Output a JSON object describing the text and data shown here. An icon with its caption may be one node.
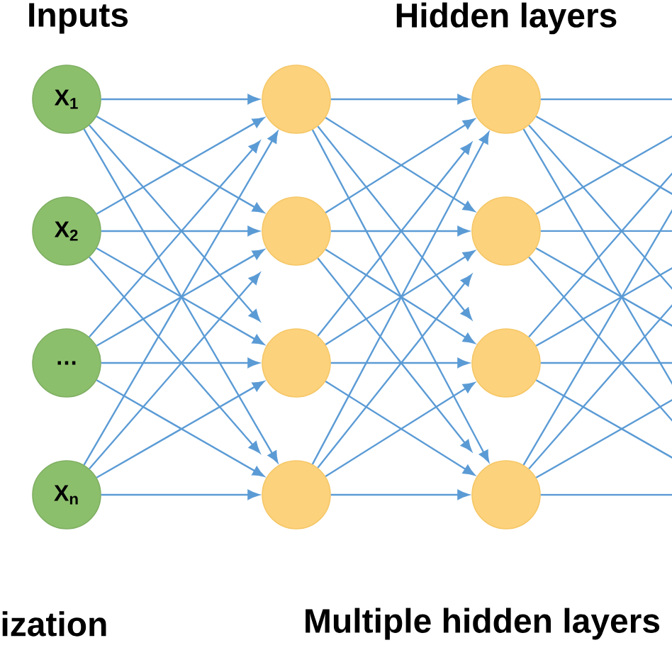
{
  "diagram": {
    "nodes": [
      {
        "text": [
          "X$_{1}$"
        ]
      },
      {
        "text": [
          "X$_{2}$"
        ]
      },
      {
        "text": [
          "…"
        ]
      },
      {
        "text": [
          "X$_{n}$"
        ]
      },
      {
        "text": [],
        "shape": "circle"
      },
      {
        "text": [],
        "shape": "circle"
      },
      {
        "text": [],
        "shape": "circle"
      },
      {
        "text": [],
        "shape": "circle"
      },
      {
        "text": [],
        "shape": "circle"
      },
      {
        "text": [],
        "shape": "circle"
      },
      {
        "text": [],
        "shape": "circle"
      },
      {
        "text": [],
        "shape": "circle"
      }
    ],
    "edges": [
      {
        "from": 0,
        "to": 4,
        "arrow": "to"
      },
      {
        "from": 0,
        "to": 5,
        "arrow": "to"
      },
      {
        "from": 0,
        "to": 6,
        "arrow": "to"
      },
      {
        "from": 0,
        "to": 7,
        "arrow": "to"
      },
      {
        "from": 1,
        "to": 4,
        "arrow": "to"
      },
      {
        "from": 1,
        "to": 5,
        "arrow": "to"
      },
      {
        "from": 1,
        "to": 6,
        "arrow": "to"
      },
      {
        "from": 1,
        "to": 7,
        "arrow": "to"
      },
      {
        "from": 2,
        "to": 4,
        "arrow": "to"
      },
      {
        "from": 2,
        "to": 5,
        "arrow": "to"
      },
      {
        "from": 2,
        "to": 6,
        "arrow": "to"
      },
      {
        "from": 2,
        "to": 7,
        "arrow": "to"
      },
      {
        "from": 3,
        "to": 4,
        "arrow": "to"
      },
      {
        "from": 3,
        "to": 5,
        "arrow": "to"
      },
      {
        "from": 3,
        "to": 6,
        "arrow": "to"
      },
      {
        "from": 3,
        "to": 7,
        "arrow": "to"
      },
      {
        "from": 4,
        "to": 8,
        "arrow": "to"
      },
      {
        "from": 4,
        "to": 9,
        "arrow": "to"
      },
      {
        "from": 4,
        "to": 10,
        "arrow": "to"
      },
      {
        "from": 4,
        "to": 11,
        "arrow": "to"
      },
      {
        "from": 5,
        "to": 8,
        "arrow": "to"
      },
      {
        "from": 5,
        "to": 9,
        "arrow": "to"
      },
      {
        "from": 5,
        "to": 10,
        "arrow": "to"
      },
      {
        "from": 5,
        "to": 11,
        "arrow": "to"
      },
      {
        "from": 6,
        "to": 8,
        "arrow": "to"
      },
      {
        "from": 6,
        "to": 9,
        "arrow": "to"
      },
      {
        "from": 6,
        "to": 10,
        "arrow": "to"
      },
      {
        "from": 6,
        "to": 11,
        "arrow": "to"
      },
      {
        "from": 7,
        "to": 8,
        "arrow": "to"
      },
      {
        "from": 7,
        "to": 9,
        "arrow": "to"
      },
      {
        "from": 7,
        "to": 10,
        "arrow": "to"
      },
      {
        "from": 7,
        "to": 11,
        "arrow": "to"
      },
      {
        "from": 8,
        "to": null,
        "arrow": "none"
      },
      {
        "from": 8,
        "to": null,
        "arrow": "none"
      },
      {
        "from": 8,
        "to": null,
        "arrow": "none"
      },
      {
        "from": 8,
        "to": null,
        "arrow": "none"
      },
      {
        "from": 9,
        "to": null,
        "arrow": "none"
      },
      {
        "from": 9,
        "to": null,
        "arrow": "none"
      },
      {
        "from": 9,
        "to": null,
        "arrow": "none"
      },
      {
        "from": 9,
        "to": null,
        "arrow": "none"
      },
      {
        "from": 10,
        "to": null,
        "arrow": "none"
      },
      {
        "from": 10,
        "to": null,
        "arrow": "none"
      },
      {
        "from": 10,
        "to": null,
        "arrow": "none"
      },
      {
        "from": 10,
        "to": null,
        "arrow": "none"
      },
      {
        "from": 11,
        "to": null,
        "arrow": "none"
      },
      {
        "from": 11,
        "to": null,
        "arrow": "none"
      },
      {
        "from": 11,
        "to": null,
        "arrow": "none"
      },
      {
        "from": 11,
        "to": null,
        "arrow": "none"
      }
    ],
    "labels": [
      "Inputs",
      "Hidden layers",
      "ization",
      "Multiple hidden layers"
    ]
  }
}
